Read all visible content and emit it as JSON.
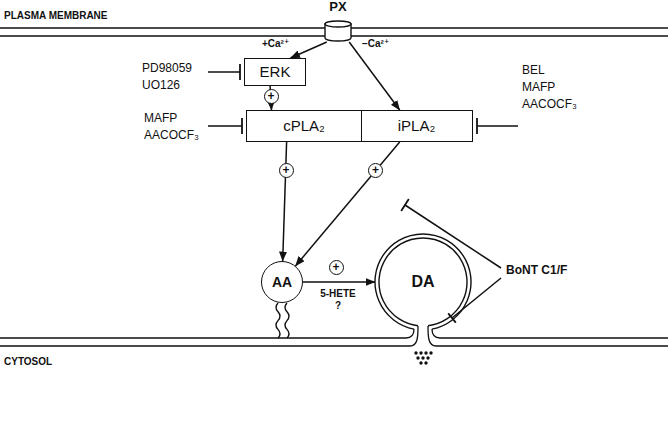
{
  "diagram": {
    "nodes": [
      {
        "text": [
          "PX"
        ]
      },
      {
        "text": [
          "ERK"
        ]
      },
      {
        "text": [
          "cPLA₂"
        ]
      },
      {
        "text": [
          "iPLA₂"
        ]
      },
      {
        "text": [
          "AA"
        ]
      },
      {
        "text": [
          "DA"
        ]
      }
    ],
    "edges": [
      {
        "from": 0,
        "to": 1,
        "label": "+Ca²⁺",
        "arrow": "to"
      },
      {
        "from": 0,
        "to": 3,
        "label": "−Ca²⁺",
        "arrow": "to"
      },
      {
        "from": 1,
        "to": 2,
        "arrow": "to"
      },
      {
        "from": 2,
        "to": 4,
        "arrow": "to"
      },
      {
        "from": 3,
        "to": 4,
        "arrow": "to"
      },
      {
        "from": 4,
        "to": 5,
        "label": "5-HETE ?",
        "arrow": "to"
      }
    ],
    "labels": [
      "PLASMA MEMBRANE",
      "PD98059",
      "UO126",
      "MAFP",
      "AACOCF₃",
      "BEL",
      "MAFP",
      "AACOCF₃",
      "+",
      "+",
      "+",
      "+",
      "BoNT C1/F",
      "CYTOSOL"
    ]
  }
}
